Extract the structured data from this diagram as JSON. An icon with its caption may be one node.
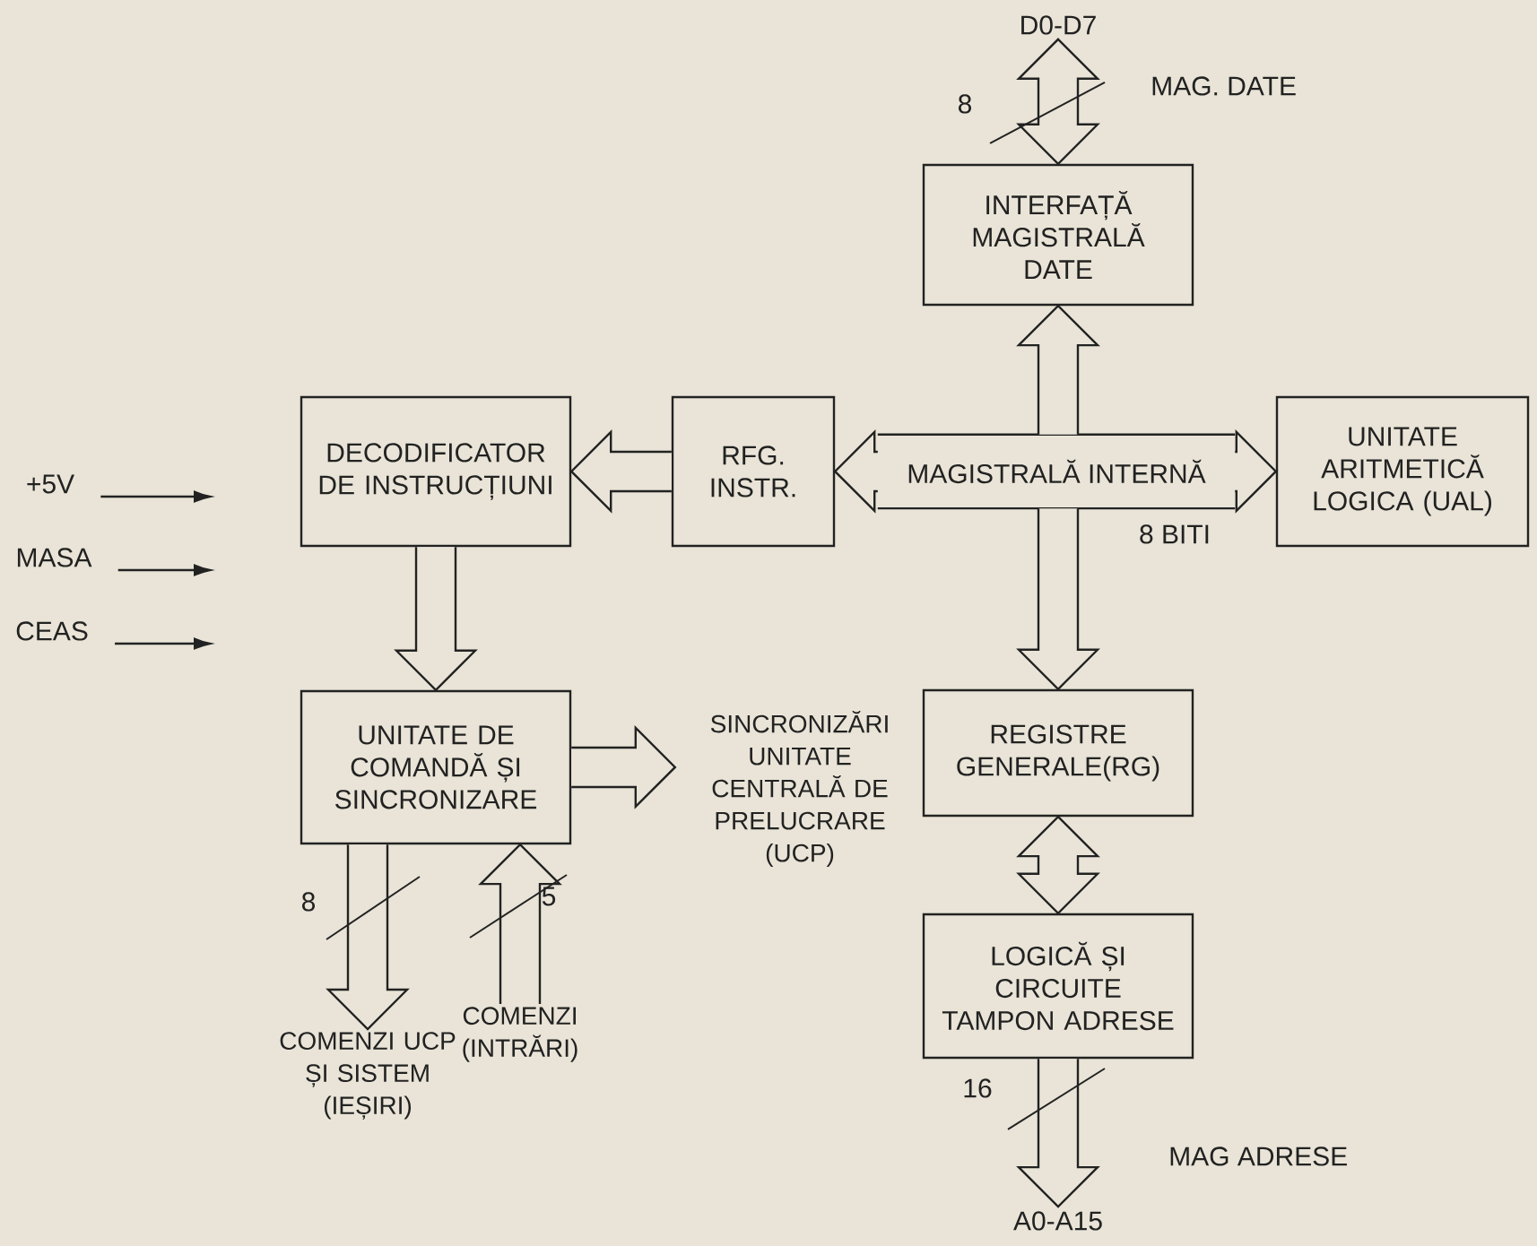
{
  "diagram": {
    "nodes": [
      {
        "text": [
          "D0-D7"
        ]
      },
      {
        "text": [
          "INTERFAȚĂ MAGISTRALĂ DATE"
        ]
      },
      {
        "text": [
          "DECODIFICATOR DE INSTRUCȚIUNI"
        ]
      },
      {
        "text": [
          "RFG. INSTR."
        ]
      },
      {
        "text": [
          "MAGISTRALĂ INTERNĂ",
          "8 BITI"
        ]
      },
      {
        "text": [
          "UNITATE ARITMETICĂ LOGICA (UAL)"
        ]
      },
      {
        "text": [
          "+5V"
        ]
      },
      {
        "text": [
          "MASA"
        ]
      },
      {
        "text": [
          "CEAS"
        ]
      },
      {
        "text": [
          "UNITATE DE COMANDĂ ȘI SINCRONIZARE"
        ]
      },
      {
        "text": [
          "SINCRONIZĂRI UNITATE CENTRALĂ DE PRELUCRARE (UCP)"
        ]
      },
      {
        "text": [
          "REGISTRE GENERALE(RG)"
        ]
      },
      {
        "text": [
          "LOGICĂ ȘI CIRCUITE TAMPON ADRESE"
        ]
      },
      {
        "text": [
          "COMENZI UCP ȘI SISTEM (IEȘIRI)"
        ]
      },
      {
        "text": [
          "COMENZI (INTRĂRI)"
        ]
      },
      {
        "text": [
          "A0-A15"
        ]
      }
    ],
    "edges": [
      {
        "from": 0,
        "to": 1,
        "arrow": "both",
        "label": "MAG. DATE"
      },
      {
        "from": 4,
        "to": 1,
        "arrow": "to"
      },
      {
        "from": 4,
        "to": 3,
        "arrow": "to"
      },
      {
        "from": 4,
        "to": 5,
        "arrow": "to"
      },
      {
        "from": 3,
        "to": 2,
        "arrow": "to"
      },
      {
        "from": 4,
        "to": 11,
        "arrow": "to"
      },
      {
        "from": 6,
        "to": null,
        "arrow": "to"
      },
      {
        "from": 7,
        "to": null,
        "arrow": "to"
      },
      {
        "from": 8,
        "to": null,
        "arrow": "to"
      },
      {
        "from": 2,
        "to": 9,
        "arrow": "to"
      },
      {
        "from": 9,
        "to": 10,
        "arrow": "to"
      },
      {
        "from": 11,
        "to": 12,
        "arrow": "both"
      },
      {
        "from": 9,
        "to": 13,
        "arrow": "to"
      },
      {
        "from": 14,
        "to": 9,
        "arrow": "to"
      },
      {
        "from": 12,
        "to": 15,
        "arrow": "to",
        "label": "MAG ADRESE"
      }
    ],
    "labels": [
      "8",
      "8",
      "5",
      "16"
    ]
  }
}
